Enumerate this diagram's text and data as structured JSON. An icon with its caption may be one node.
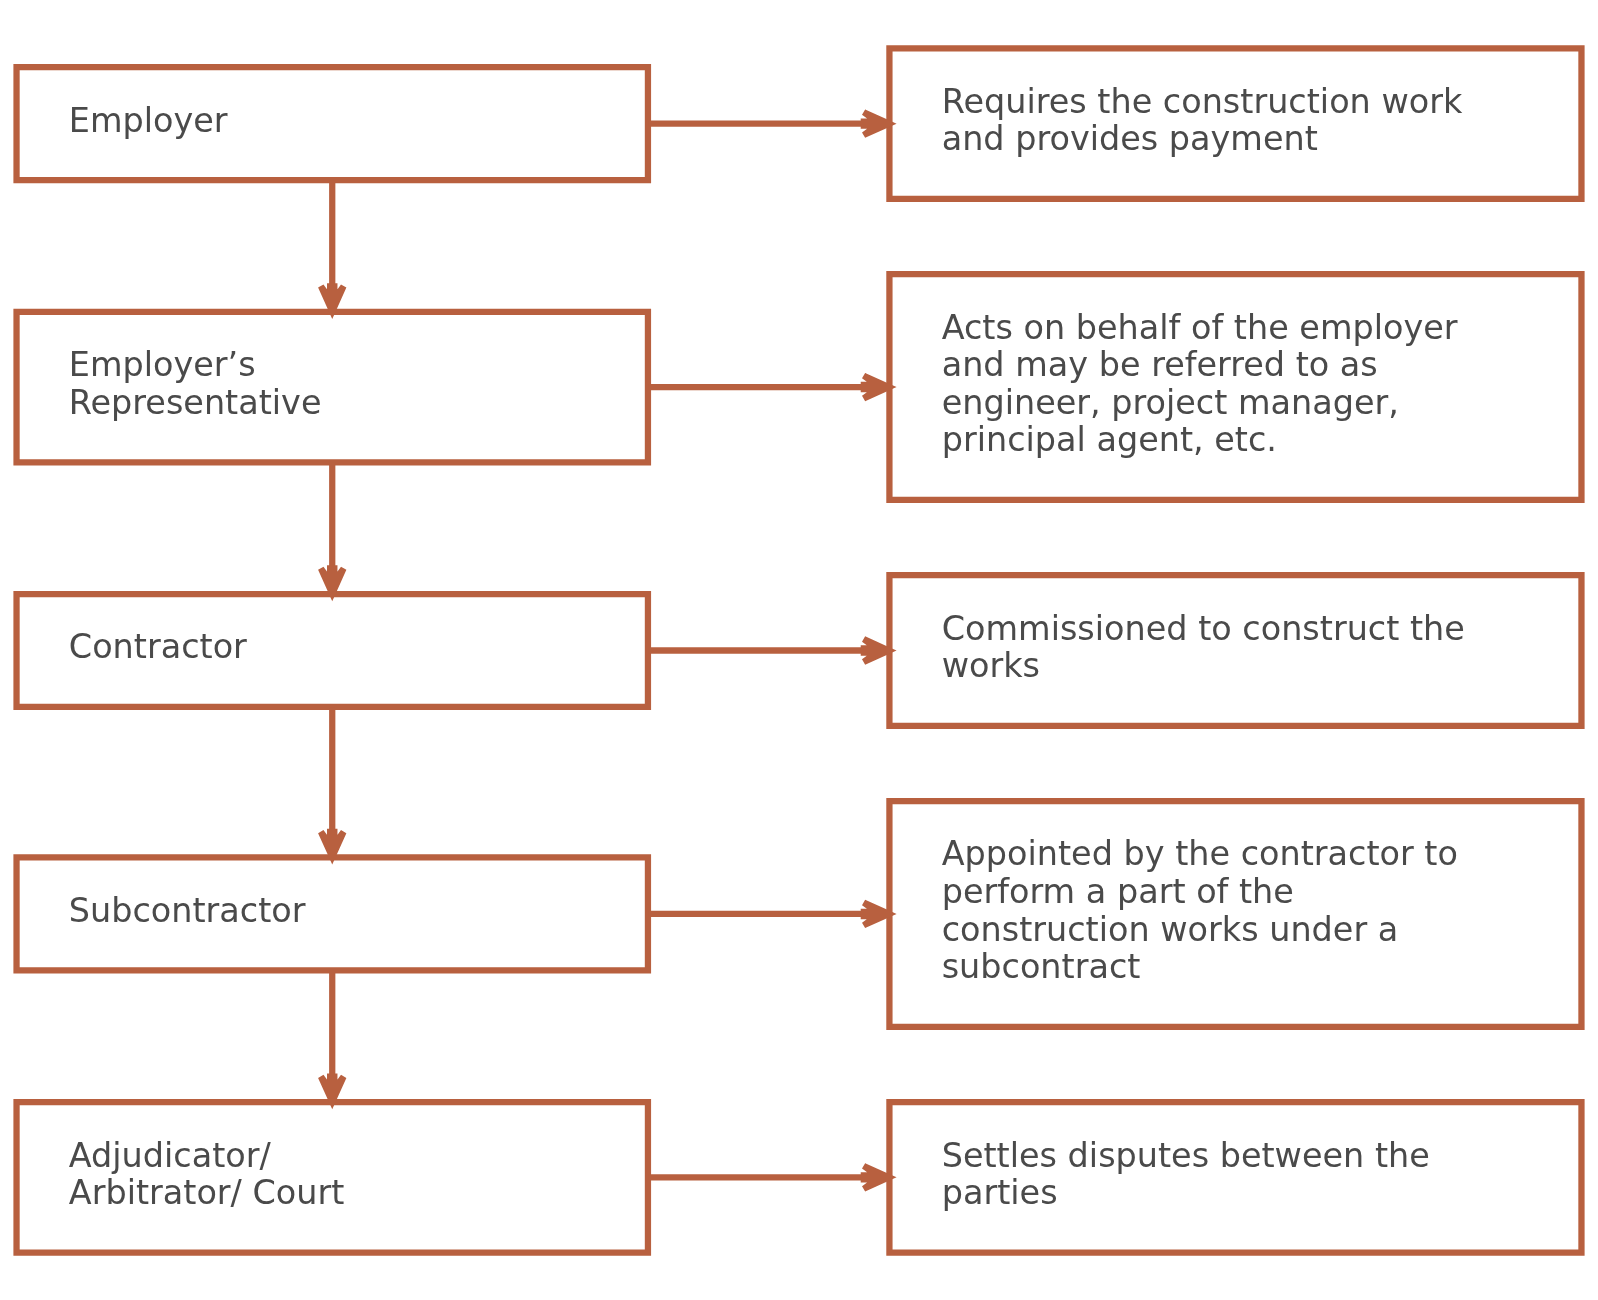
{
  "diagram": {
    "nodes": [
      {
        "text": [
          "Employer"
        ]
      },
      {
        "text": [
          "Requires the construction work and provides payment"
        ]
      },
      {
        "text": [
          "Employer’s Representative"
        ]
      },
      {
        "text": [
          "Acts on behalf of the employer and may be referred to as engineer, project manager, principal agent, etc."
        ]
      },
      {
        "text": [
          "Contractor"
        ]
      },
      {
        "text": [
          "Commissioned to construct the works"
        ]
      },
      {
        "text": [
          "Subcontractor"
        ]
      },
      {
        "text": [
          "Appointed by the contractor to perform a part of the construction works under a subcontract"
        ]
      },
      {
        "text": [
          "Adjudicator/ Arbitrator/ Court"
        ]
      },
      {
        "text": [
          "Settles disputes between the parties"
        ]
      }
    ],
    "edges": [
      {
        "from": 0,
        "to": 1,
        "arrow": "to"
      },
      {
        "from": 0,
        "to": 2,
        "arrow": "to"
      },
      {
        "from": 2,
        "to": 3,
        "arrow": "to"
      },
      {
        "from": 2,
        "to": 4,
        "arrow": "to"
      },
      {
        "from": 4,
        "to": 5,
        "arrow": "to"
      },
      {
        "from": 4,
        "to": 6,
        "arrow": "to"
      },
      {
        "from": 6,
        "to": 7,
        "arrow": "to"
      },
      {
        "from": 6,
        "to": 8,
        "arrow": "to"
      },
      {
        "from": 8,
        "to": 9,
        "arrow": "to"
      }
    ]
  }
}
